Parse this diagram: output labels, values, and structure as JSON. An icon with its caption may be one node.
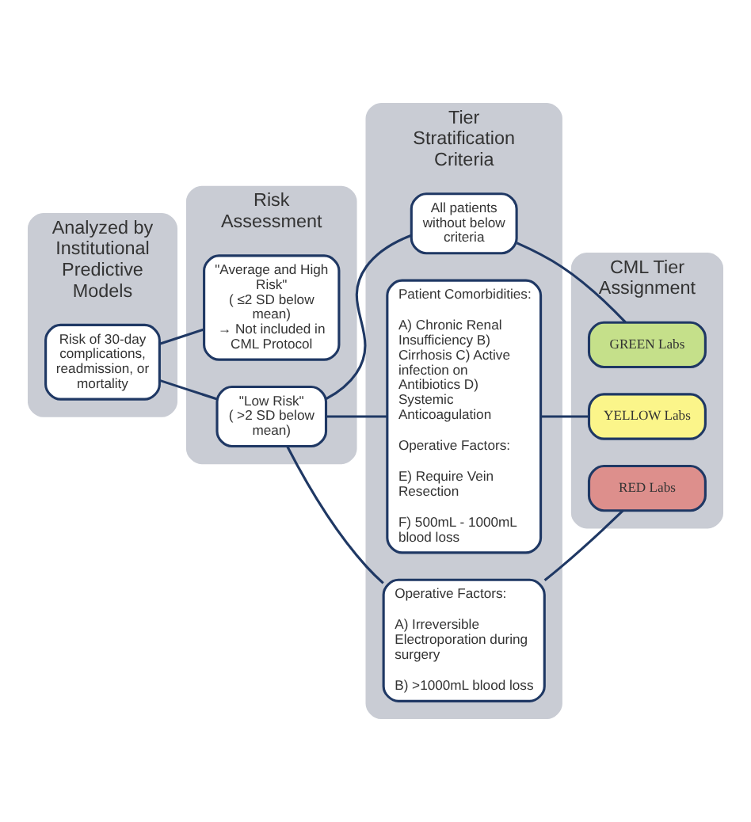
{
  "diagram": {
    "nodes": [
      {
        "text": [
          "Analyzed by Institutional Predictive Models"
        ]
      },
      {
        "text": [
          "Risk of 30-day complications, readmission, or mortality"
        ],
        "in": 0
      },
      {
        "text": [
          "Risk Assessment"
        ]
      },
      {
        "text": [
          "\"Average and High Risk\"",
          "( ≤2 SD below mean)",
          "→ Not included in CML Protocol"
        ],
        "in": 2
      },
      {
        "text": [
          "\"Low Risk\"",
          "( >2 SD below mean)"
        ],
        "in": 2
      },
      {
        "text": [
          "Tier Stratification Criteria"
        ]
      },
      {
        "text": [
          "All patients without below criteria"
        ],
        "in": 5
      },
      {
        "text": [
          "Patient Comorbidities:",
          "A) Chronic Renal Insufficiency B) Cirrhosis C) Active infection on Antibiotics D) Systemic Anticoagulation",
          "Operative Factors:",
          "E) Require Vein Resection",
          "F) 500mL - 1000mL blood loss"
        ],
        "in": 5
      },
      {
        "text": [
          "Operative Factors:",
          "A) Irreversible Electroporation during surgery",
          "B) >1000mL blood loss"
        ],
        "in": 5
      },
      {
        "text": [
          "CML Tier Assignment"
        ]
      },
      {
        "text": [
          "GREEN Labs"
        ],
        "in": 9
      },
      {
        "text": [
          "YELLOW Labs"
        ],
        "in": 9
      },
      {
        "text": [
          "RED Labs"
        ],
        "in": 9
      }
    ],
    "edges": [
      {
        "from": 1,
        "to": 3,
        "arrow": "none"
      },
      {
        "from": 1,
        "to": 4,
        "arrow": "none"
      },
      {
        "from": 4,
        "to": 6,
        "arrow": "none"
      },
      {
        "from": 4,
        "to": 7,
        "arrow": "none"
      },
      {
        "from": 4,
        "to": 8,
        "arrow": "none"
      },
      {
        "from": 6,
        "to": 10,
        "arrow": "none"
      },
      {
        "from": 7,
        "to": 11,
        "arrow": "none"
      },
      {
        "from": 8,
        "to": 12,
        "arrow": "none"
      }
    ]
  }
}
